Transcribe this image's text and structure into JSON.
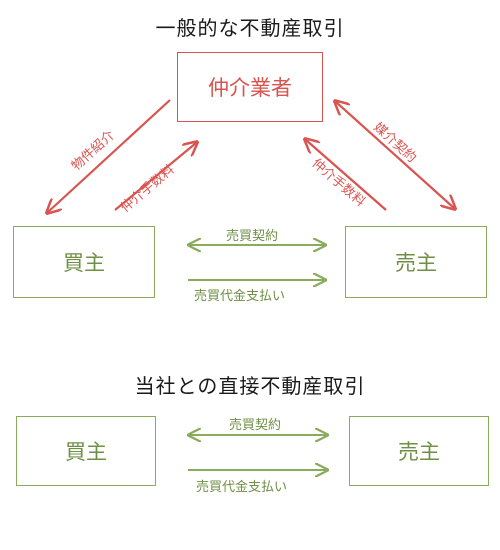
{
  "colors": {
    "broker": "#d9534f",
    "party": "#8aab5c",
    "party_text": "#6f8f45",
    "title": "#1a1a1a"
  },
  "general": {
    "title": "一般的な不動産取引",
    "broker_label": "仲介業者",
    "buyer_label": "買主",
    "seller_label": "売主",
    "arrow_property_intro": "物件紹介",
    "arrow_fee_buyer": "仲介手数料",
    "arrow_brokerage_contract": "媒介契約",
    "arrow_fee_seller": "仲介手数料",
    "arrow_sales_contract": "売買契約",
    "arrow_payment": "売買代金支払い"
  },
  "direct": {
    "title": "当社との直接不動産取引",
    "buyer_label": "買主",
    "seller_label": "売主",
    "arrow_sales_contract": "売買契約",
    "arrow_payment": "売買代金支払い"
  }
}
